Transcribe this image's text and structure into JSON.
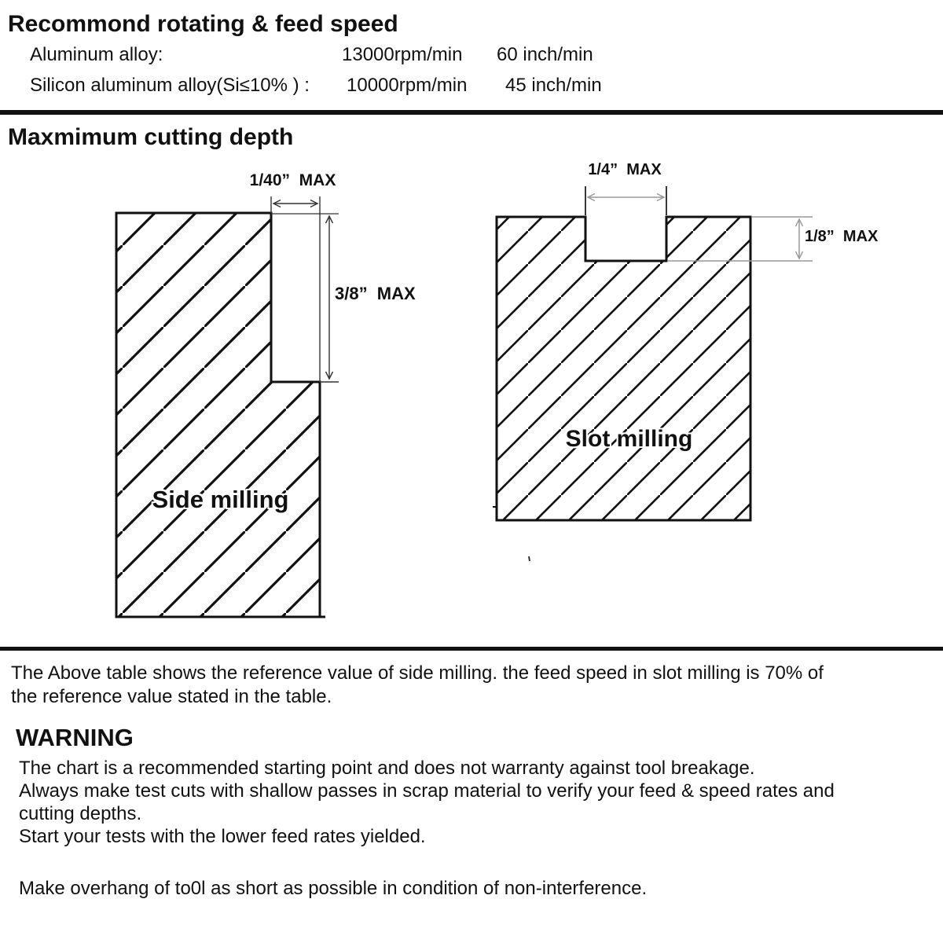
{
  "speed_section": {
    "title": "Recommond rotating & feed speed",
    "rows": [
      {
        "label": "Aluminum alloy:",
        "rpm": "13000rpm/min",
        "feed": "60 inch/min"
      },
      {
        "label": "Silicon aluminum alloy(Si≤10% ) :",
        "rpm": "10000rpm/min",
        "feed": "45 inch/min"
      }
    ]
  },
  "depth_section": {
    "title": "Maxmimum cutting depth",
    "side_diagram": {
      "name": "Side milling",
      "width_label": "1/40”  MAX",
      "depth_label": "3/8”  MAX"
    },
    "slot_diagram": {
      "name": "Slot milling",
      "width_label": "1/4”  MAX",
      "depth_label": "1/8”  MAX"
    }
  },
  "notes": {
    "reference_lines": [
      "The Above table shows the reference value of side milling. the feed speed in slot milling is 70% of",
      "the reference value stated in the table."
    ]
  },
  "warning": {
    "title": "WARNING",
    "lines": [
      "The chart is a recommended starting point and does not warranty against tool breakage.",
      "Always make test cuts with shallow passes in scrap material to verify your feed & speed rates and",
      "cutting depths.",
      "Start your tests with the lower feed rates yielded."
    ],
    "footer": "Make overhang of to0l as short as possible in condition of non-interference."
  },
  "colors": {
    "ink": "#111111",
    "dim_dark": "#333333",
    "dim_gray": "#999999"
  }
}
